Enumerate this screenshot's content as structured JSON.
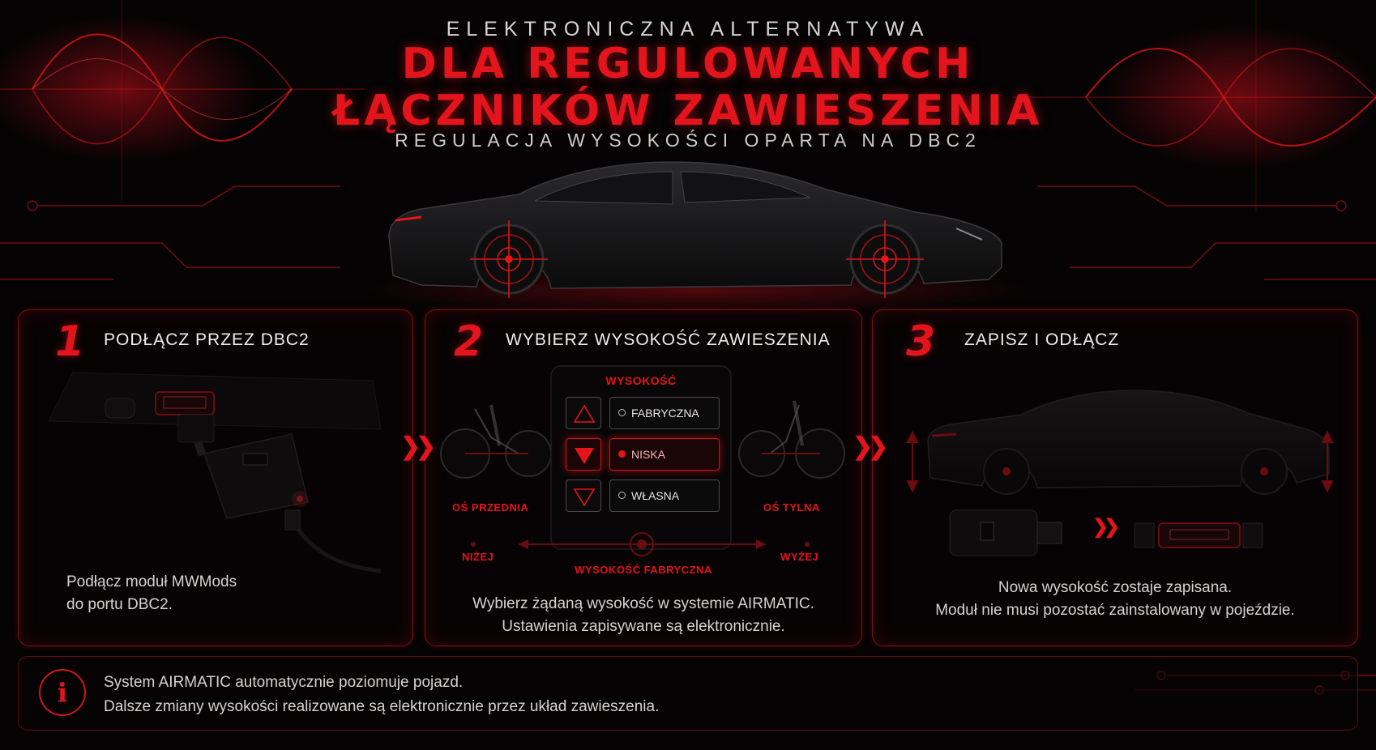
{
  "header": {
    "supertitle": "ELEKTRONICZNA ALTERNATYWA",
    "title_line1": "DLA REGULOWANYCH",
    "title_line2": "ŁĄCZNIKÓW ZAWIESZENIA",
    "subtitle": "REGULACJA WYSOKOŚCI OPARTA NA DBC2"
  },
  "steps": [
    {
      "number": "1",
      "title": "PODŁĄCZ PRZEZ DBC2",
      "desc_line1": "Podłącz moduł MWMods",
      "desc_line2": "do portu DBC2."
    },
    {
      "number": "2",
      "title": "WYBIERZ WYSOKOŚĆ ZAWIESZENIA",
      "desc_line1": "Wybierz żądaną wysokość w systemie AIRMATIC.",
      "desc_line2": "Ustawienia zapisywane są elektronicznie.",
      "menu_title": "WYSOKOŚĆ",
      "options": [
        {
          "label": "FABRYCZNA",
          "selected": false,
          "icon": "triangle-up-icon"
        },
        {
          "label": "NISKA",
          "selected": true,
          "icon": "triangle-down-icon"
        },
        {
          "label": "WŁASNA",
          "selected": false,
          "icon": "triangle-down-icon"
        }
      ],
      "front_axle": "OŚ PRZEDNIA",
      "rear_axle": "OŚ TYLNA",
      "lower": "NIŻEJ",
      "higher": "WYŻEJ",
      "factory_height": "WYSOKOŚĆ FABRYCZNA"
    },
    {
      "number": "3",
      "title": "ZAPISZ I ODŁĄCZ",
      "desc_line1": "Nowa wysokość zostaje zapisana.",
      "desc_line2": "Moduł nie musi pozostać zainstalowany w pojeździe."
    }
  ],
  "info": {
    "icon": "info-icon",
    "glyph": "i",
    "line1": "System AIRMATIC automatycznie poziomuje pojazd.",
    "line2": "Dalsze zmiany wysokości realizowane są elektronicznie przez układ zawieszenia."
  },
  "colors": {
    "accent": "#e3141b",
    "background": "#050304",
    "text": "#e8e4e4"
  }
}
